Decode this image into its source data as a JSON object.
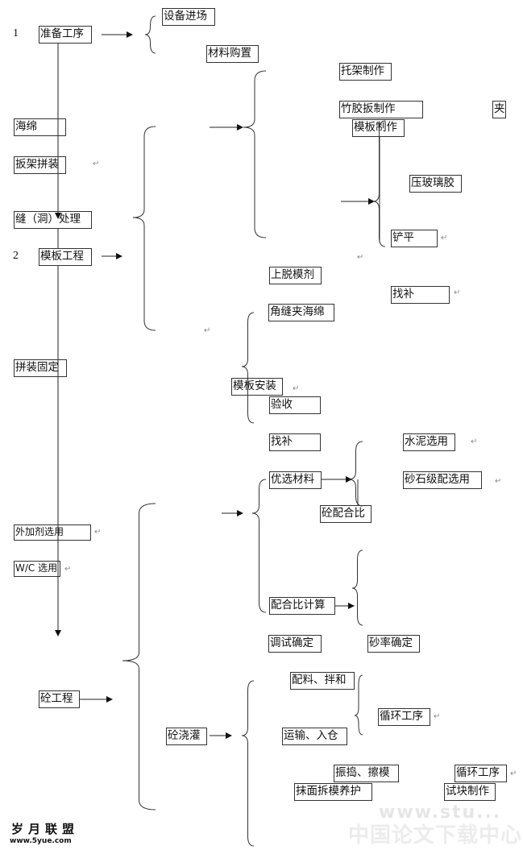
{
  "labels": {
    "step1": "1",
    "step2": "2"
  },
  "nodes": {
    "zhunbei": "准备工序",
    "shebei": "设备进场",
    "cailiao": "材料购置",
    "tuojia": "托架制作",
    "zhujiao": "竹胶扳制作",
    "jia": "夹",
    "mubanzhizuo": "模板制作",
    "haimian": "海绵",
    "banjia": "扳架拼装",
    "feng": "缝（洞）处理",
    "mubangongcheng": "模板工程",
    "yaboli": "压玻璃胶",
    "chanping": "铲平",
    "tuomo": "上脱模剂",
    "zhaobu1": "找补",
    "jiaofeng": "角缝夹海绵",
    "pinzhuang": "拼装固定",
    "mubananzhuang": "模板安装",
    "yanshou": "验收",
    "zhaobu2": "找补",
    "shuini": "水泥选用",
    "youxuan": "优选材料",
    "shashi": "砂石级配选用",
    "peihebi": "砼配合比",
    "waijiaji": "外加剂选用",
    "wc": "W/C 选用",
    "jisuan": "配合比计算",
    "tiaoshi": "调试确定",
    "shalv": "砂率确定",
    "tonggongcheng": "砼工程",
    "peiliao": "配料、拌和",
    "xunhuan1": "循环工序",
    "jiaoguan": "砼浇灌",
    "yunshu": "运输、入仓",
    "zhendao": "振捣、擦模",
    "xunhuan2": "循环工序",
    "momian": "抹面拆模养护",
    "shikuai": "试块制作"
  },
  "watermarks": {
    "logo_title": "岁月联盟",
    "logo_url": "www.5yue.com",
    "site_url": "www.stu...",
    "site_name": "中国论文下载中心"
  }
}
